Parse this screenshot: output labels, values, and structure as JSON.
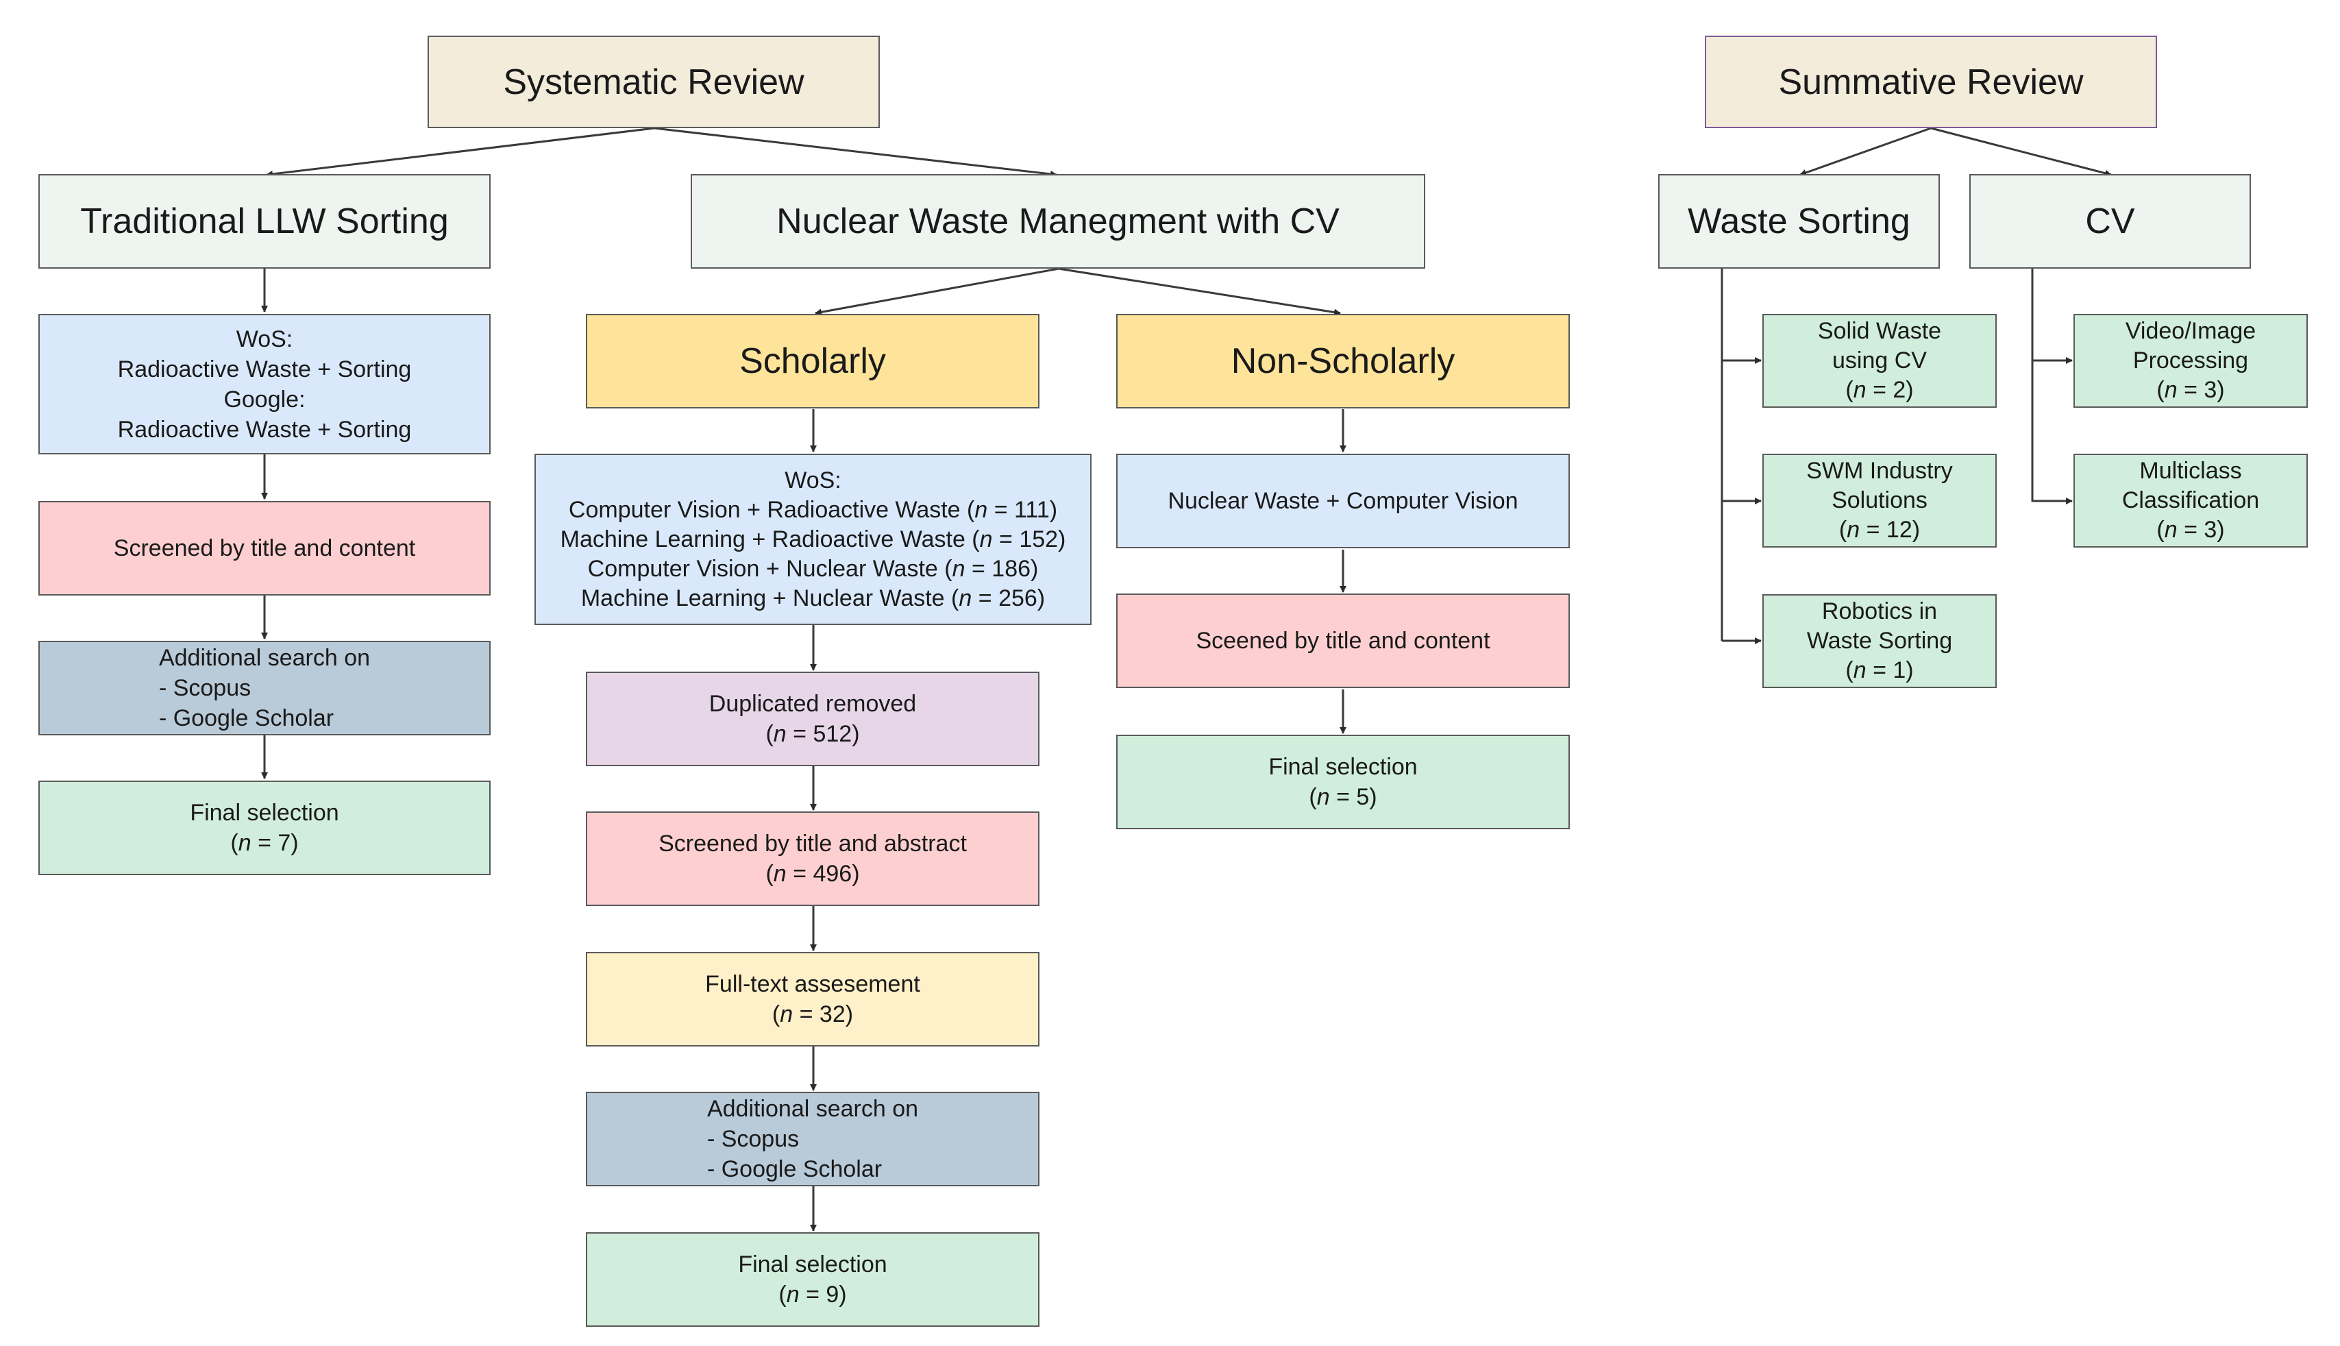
{
  "systematic": {
    "title": "Systematic Review",
    "traditional": {
      "title": "Traditional LLW Sorting",
      "search": [
        "WoS:",
        "Radioactive Waste + Sorting",
        "Google:",
        "Radioactive Waste + Sorting"
      ],
      "screened": "Screened by title and content",
      "additional": [
        "Additional search on",
        "- Scopus",
        "- Google Scholar"
      ],
      "final_label": "Final selection",
      "final_n": "7"
    },
    "nuclear": {
      "title": "Nuclear Waste Manegment with CV",
      "scholarly": {
        "title": "Scholarly",
        "wos_label": "WoS:",
        "wos": [
          {
            "text": "Computer Vision + Radioactive Waste",
            "n": "111"
          },
          {
            "text": "Machine Learning + Radioactive Waste",
            "n": "152"
          },
          {
            "text": "Computer Vision + Nuclear Waste",
            "n": "186"
          },
          {
            "text": "Machine Learning + Nuclear Waste",
            "n": "256"
          }
        ],
        "duplicates_label": "Duplicated removed",
        "duplicates_n": "512",
        "screened_label": "Screened by title and abstract",
        "screened_n": "496",
        "fulltext_label": "Full-text assesement",
        "fulltext_n": "32",
        "additional": [
          "Additional search on",
          "- Scopus",
          "- Google Scholar"
        ],
        "final_label": "Final selection",
        "final_n": "9"
      },
      "nonscholarly": {
        "title": "Non-Scholarly",
        "search": "Nuclear Waste + Computer Vision",
        "screened": "Sceened by title and content",
        "final_label": "Final selection",
        "final_n": "5"
      }
    }
  },
  "summative": {
    "title": "Summative Review",
    "waste_sorting": {
      "title": "Waste Sorting",
      "items": [
        {
          "lines": [
            "Solid Waste",
            "using CV"
          ],
          "n": "2"
        },
        {
          "lines": [
            "SWM Industry",
            "Solutions"
          ],
          "n": "12"
        },
        {
          "lines": [
            "Robotics in",
            "Waste Sorting"
          ],
          "n": "1"
        }
      ]
    },
    "cv": {
      "title": "CV",
      "items": [
        {
          "lines": [
            "Video/Image",
            "Processing"
          ],
          "n": "3"
        },
        {
          "lines": [
            "Multiclass",
            "Classification"
          ],
          "n": "3"
        }
      ]
    }
  },
  "labels": {
    "n_symbol": "n"
  }
}
